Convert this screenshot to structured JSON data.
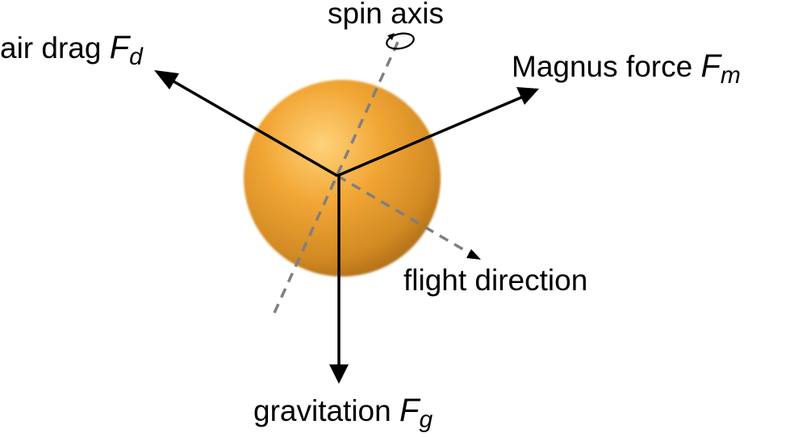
{
  "figure": {
    "spin_axis_label": "spin axis",
    "air_drag_label": "air drag ",
    "air_drag_symbol": "F",
    "air_drag_subscript": "d",
    "magnus_label": "Magnus force ",
    "magnus_symbol": "F",
    "magnus_subscript": "m",
    "gravitation_label": "gravitation ",
    "gravitation_symbol": "F",
    "gravitation_subscript": "g",
    "flight_direction_label": "flight direction"
  },
  "colors": {
    "ball_light": "#ffd27a",
    "ball_mid": "#f1a534",
    "ball_dark": "#b8741a",
    "arrow": "#000000",
    "dashed_axis": "#7f7f7f"
  }
}
